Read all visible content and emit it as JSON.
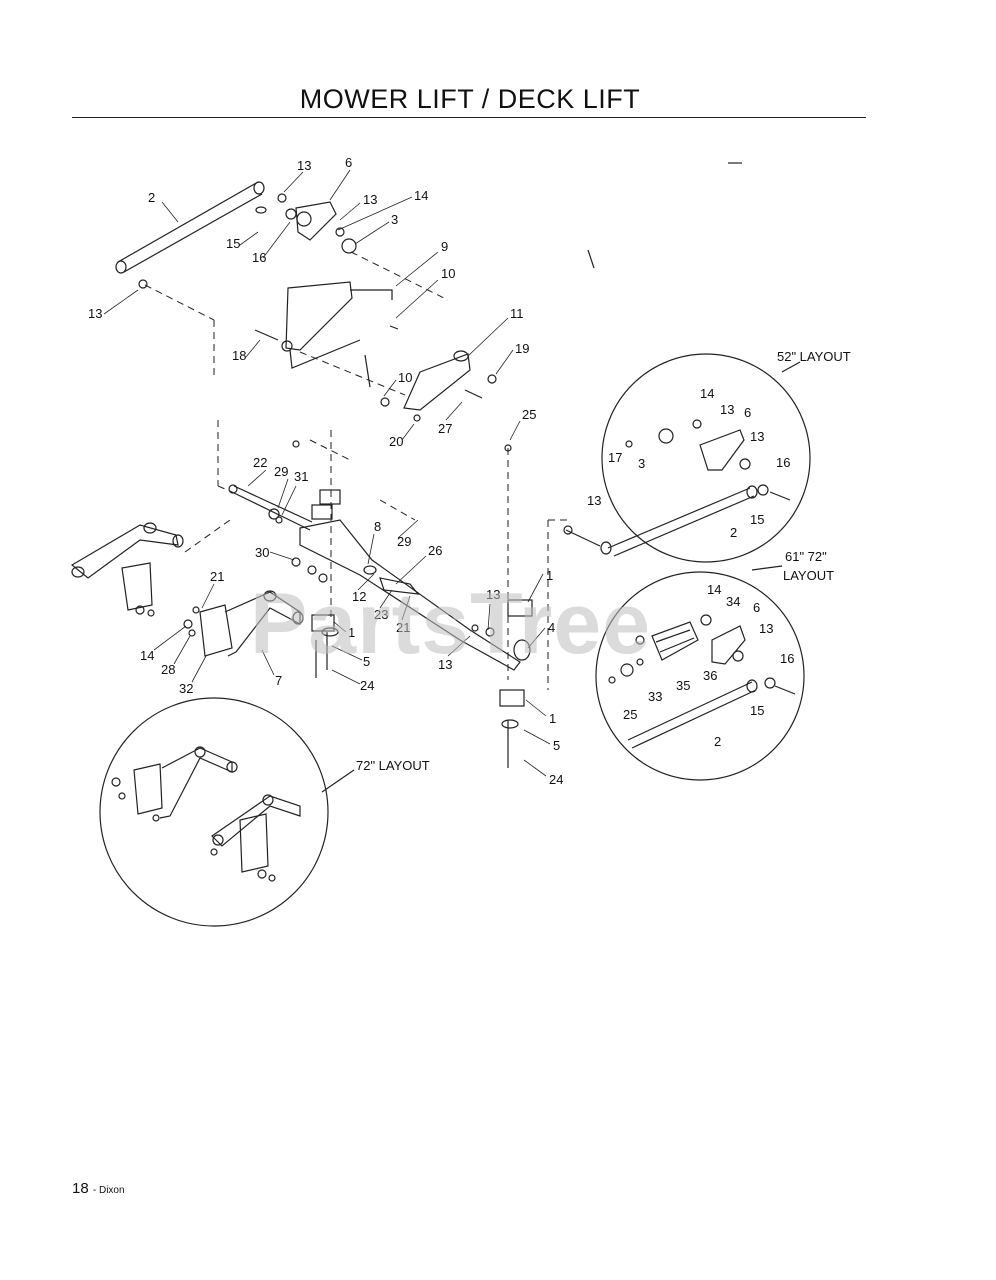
{
  "page_title": "MOWER LIFT / DECK LIFT",
  "watermark": "PartsTree",
  "footer": {
    "page_number": "18",
    "brand": "- Dixon"
  },
  "layout_labels": {
    "layout_52": "52\" LAYOUT",
    "layout_61_72_line1": "61\" 72\"",
    "layout_61_72_line2": "LAYOUT",
    "layout_72": "72\" LAYOUT"
  },
  "callouts": {
    "main_upper": [
      "2",
      "13",
      "6",
      "13",
      "14",
      "3",
      "15",
      "16",
      "13",
      "9",
      "10",
      "18",
      "11",
      "19",
      "10",
      "20",
      "27"
    ],
    "main_center": [
      "22",
      "29",
      "31",
      "25",
      "29",
      "8",
      "26",
      "30",
      "12",
      "23",
      "21",
      "13",
      "1",
      "4",
      "21",
      "14",
      "1",
      "5",
      "28",
      "32",
      "7",
      "24",
      "13",
      "1",
      "5",
      "24"
    ],
    "layout_52": [
      "14",
      "13",
      "6",
      "13",
      "17",
      "3",
      "16",
      "15",
      "2"
    ],
    "layout_61_72": [
      "14",
      "34",
      "6",
      "13",
      "16",
      "25",
      "33",
      "35",
      "36",
      "15",
      "2"
    ]
  }
}
